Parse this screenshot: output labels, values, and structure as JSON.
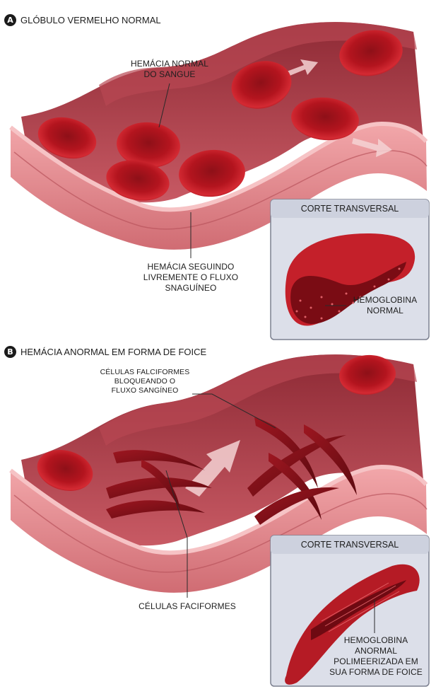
{
  "section_a": {
    "badge": "A",
    "title": "GLÓBULO VERMELHO NORMAL",
    "label_normal_cell": [
      "HEMÁCIA NORMAL",
      "DO SANGUE"
    ],
    "label_free_flow": [
      "HEMÁCIA SEGUINDO",
      "LIVREMENTE O FLUXO",
      "SNAGUÍNEO"
    ],
    "box_title": "CORTE TRANSVERSAL",
    "label_hemoglobin": [
      "HEMOGLOBINA",
      "NORMAL"
    ]
  },
  "section_b": {
    "badge": "B",
    "title": "HEMÁCIA ANORMAL EM FORMA DE FOICE",
    "label_blocking": [
      "CÉLULAS FALCIFORMES",
      "BLOQUEANDO O",
      "FLUXO SANGÍNEO"
    ],
    "label_sickle_cells": "CÉLULAS FACIFORMES",
    "box_title": "CORTE TRANSVERSAL",
    "label_abnormal_hemoglobin": [
      "HEMOGLOBINA",
      "ANORMAL",
      "POLIMEERIZADA EM",
      "SUA FORMA DE FOICE"
    ]
  },
  "colors": {
    "vessel_wall": "#e2868a",
    "vessel_inner": "#a83842",
    "red_cell": "#c81e28",
    "red_cell_dark": "#7a0c14",
    "panel_bg": "#dde0ea",
    "panel_border": "#7c8090"
  }
}
